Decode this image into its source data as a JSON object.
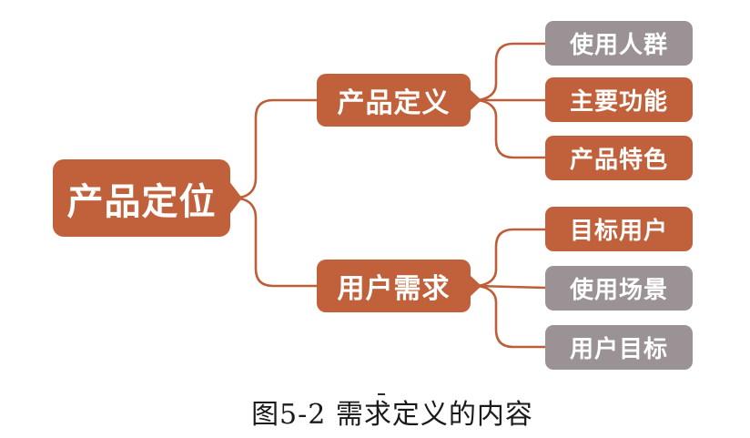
{
  "diagram": {
    "root": {
      "label": "产品定位",
      "color": "#C1613B",
      "text_color": "#FFFFFF"
    },
    "branches": [
      {
        "label": "产品定义",
        "color": "#C1613B",
        "children": [
          {
            "label": "使用人群",
            "color": "#9B9295"
          },
          {
            "label": "主要功能",
            "color": "#C1613B"
          },
          {
            "label": "产品特色",
            "color": "#C1613B"
          }
        ]
      },
      {
        "label": "用户需求",
        "color": "#C1613B",
        "children": [
          {
            "label": "目标用户",
            "color": "#C1613B"
          },
          {
            "label": "使用场景",
            "color": "#9B9295"
          },
          {
            "label": "用户目标",
            "color": "#9B9295"
          }
        ]
      }
    ]
  },
  "caption": {
    "text": "图5-2 需求定义的内容",
    "color": "#1A1A1A"
  },
  "colors": {
    "orange": "#C1613B",
    "gray": "#9B9295",
    "connector": "#BD5E38",
    "background": "#FFFFFF"
  }
}
